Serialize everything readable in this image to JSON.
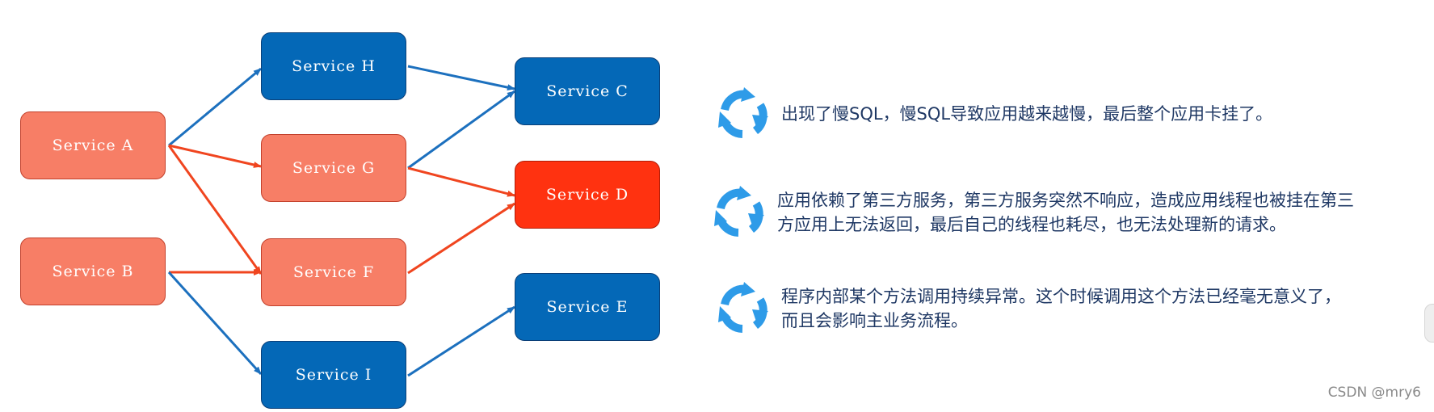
{
  "nodes": {
    "a": "Service A",
    "b": "Service B",
    "h": "Service H",
    "g": "Service G",
    "f": "Service F",
    "i": "Service I",
    "c": "Service C",
    "d": "Service D",
    "e": "Service E"
  },
  "colors": {
    "blue_node": "#0468b7",
    "salmon_node": "#f77e66",
    "failed_node": "#ff3210",
    "blue_arrow": "#1c70be",
    "red_arrow": "#f0451f",
    "refresh_icon": "#2e9be8",
    "note_text": "#1f3864"
  },
  "notes": [
    {
      "icon": "refresh-icon",
      "lines": [
        "出现了慢SQL，慢SQL导致应用越来越慢，最后整个应用卡挂了。"
      ]
    },
    {
      "icon": "refresh-icon",
      "lines": [
        "应用依赖了第三方服务，第三方服务突然不响应，造成应用线程也被挂在第三",
        "方应用上无法返回，最后自己的线程也耗尽，也无法处理新的请求。"
      ]
    },
    {
      "icon": "refresh-icon",
      "lines": [
        "程序内部某个方法调用持续异常。这个时候调用这个方法已经毫无意义了，",
        "而且会影响主业务流程。"
      ]
    }
  ],
  "watermark": "CSDN @mry6"
}
